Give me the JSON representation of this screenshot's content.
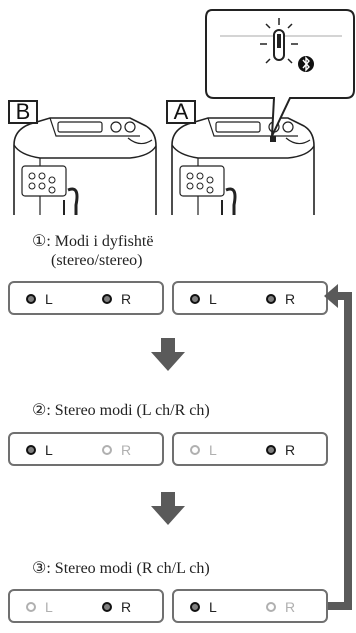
{
  "speakers": [
    {
      "letter": "B"
    },
    {
      "letter": "A"
    }
  ],
  "icons": {
    "blinking_indicator": "blinking-light-icon",
    "bluetooth": "bluetooth-icon",
    "arrow": "down-arrow-icon"
  },
  "modes": [
    {
      "label_line1": "①: Modi i dyfishtë",
      "label_line2": "(stereo/stereo)",
      "panels": [
        {
          "left": {
            "text": "L",
            "lit": true
          },
          "right": {
            "text": "R",
            "lit": true
          }
        },
        {
          "left": {
            "text": "L",
            "lit": true
          },
          "right": {
            "text": "R",
            "lit": true
          }
        }
      ]
    },
    {
      "label_line1": "②: Stereo modi (L ch/R ch)",
      "panels": [
        {
          "left": {
            "text": "L",
            "lit": true
          },
          "right": {
            "text": "R",
            "lit": false
          }
        },
        {
          "left": {
            "text": "L",
            "lit": false
          },
          "right": {
            "text": "R",
            "lit": true
          }
        }
      ]
    },
    {
      "label_line1": "③: Stereo modi (R ch/L ch)",
      "panels": [
        {
          "left": {
            "text": "L",
            "lit": false
          },
          "right": {
            "text": "R",
            "lit": true
          }
        },
        {
          "left": {
            "text": "L",
            "lit": true
          },
          "right": {
            "text": "R",
            "lit": false
          }
        }
      ]
    }
  ],
  "colors": {
    "indicator_lit": "#808080",
    "indicator_off": "#b0b0b0",
    "arrow": "#5a5a5a",
    "frame": "#707070"
  }
}
